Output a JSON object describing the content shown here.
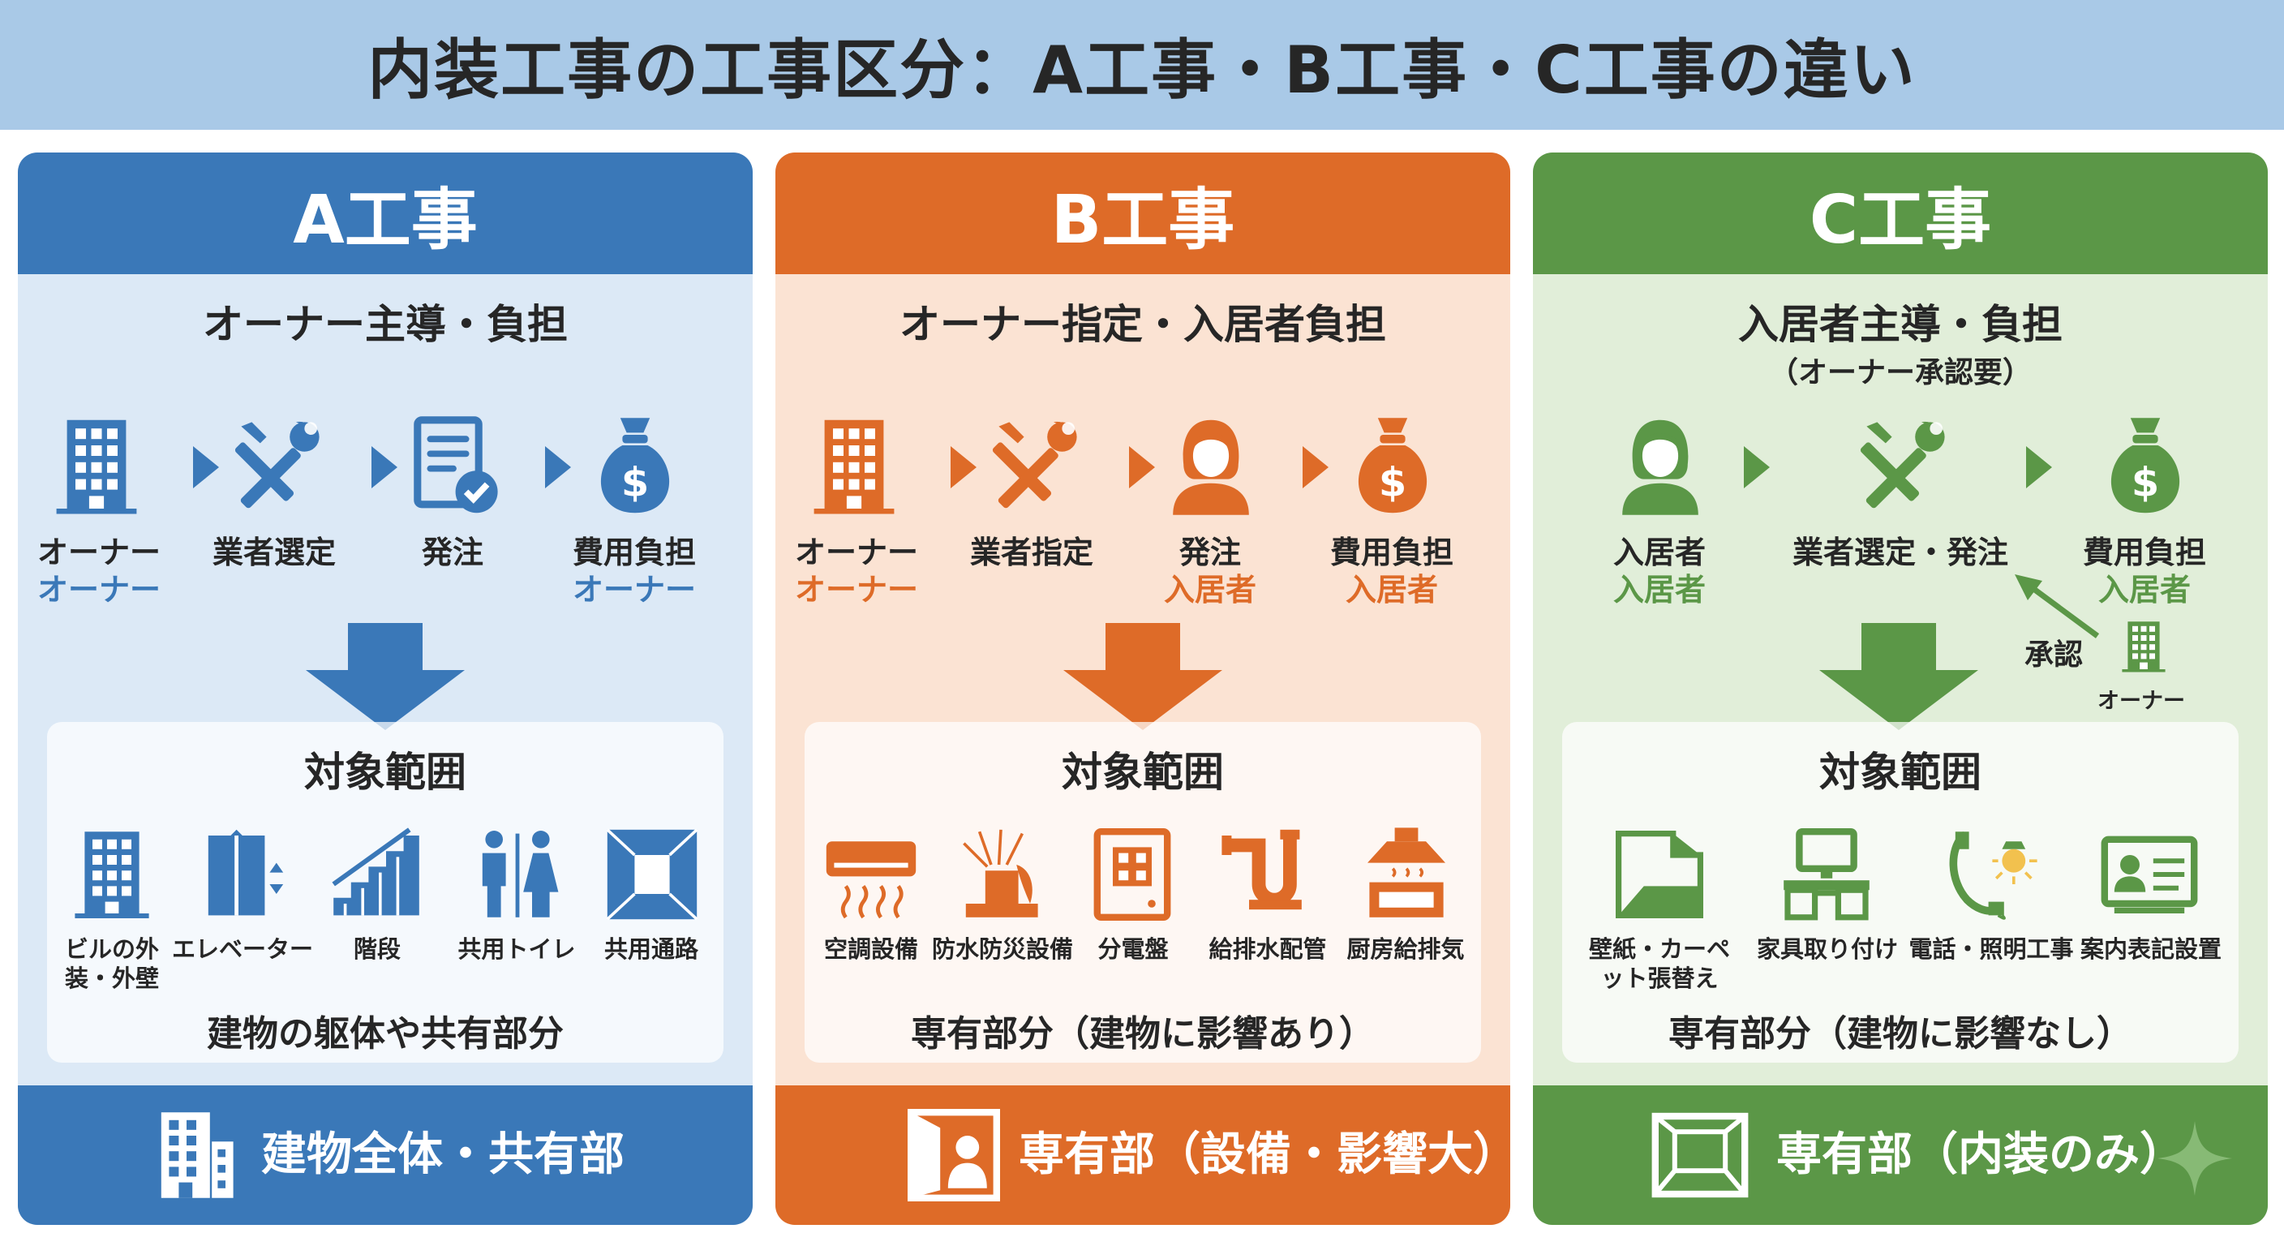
{
  "title": "内装工事の工事区分：A工事・B工事・C工事の違い",
  "colors": {
    "banner": "#a9c9e7",
    "a": "#3a78b8",
    "b": "#de6b28",
    "c": "#5b9747"
  },
  "columns": {
    "a": {
      "heading": "A工事",
      "subtitle": "オーナー主導・負担",
      "steps": [
        {
          "icon": "building-icon",
          "label": "オーナー",
          "who": "オーナー"
        },
        {
          "icon": "tools-icon",
          "label": "業者選定",
          "who": ""
        },
        {
          "icon": "order-document-icon",
          "label": "発注",
          "who": ""
        },
        {
          "icon": "money-bag-icon",
          "label": "費用負担",
          "who": "オーナー"
        }
      ],
      "scope_title": "対象範囲",
      "scope_items": [
        {
          "icon": "building-icon",
          "label": "ビルの外装・外壁"
        },
        {
          "icon": "elevator-icon",
          "label": "エレベーター"
        },
        {
          "icon": "stairs-icon",
          "label": "階段"
        },
        {
          "icon": "restroom-icon",
          "label": "共用トイレ"
        },
        {
          "icon": "corridor-icon",
          "label": "共用通路"
        }
      ],
      "scope_summary": "建物の躯体や共有部分",
      "footer_icon": "building-icon",
      "footer": "建物全体・共有部"
    },
    "b": {
      "heading": "B工事",
      "subtitle": "オーナー指定・入居者負担",
      "steps": [
        {
          "icon": "building-icon",
          "label": "オーナー",
          "who": "オーナー"
        },
        {
          "icon": "tools-icon",
          "label": "業者指定",
          "who": ""
        },
        {
          "icon": "tenant-icon",
          "label": "発注",
          "who": "入居者"
        },
        {
          "icon": "money-bag-icon",
          "label": "費用負担",
          "who": "入居者"
        }
      ],
      "scope_title": "対象範囲",
      "scope_items": [
        {
          "icon": "air-conditioner-icon",
          "label": "空調設備"
        },
        {
          "icon": "sprinkler-icon",
          "label": "防水防災設備"
        },
        {
          "icon": "distribution-board-icon",
          "label": "分電盤"
        },
        {
          "icon": "pipe-icon",
          "label": "給排水配管"
        },
        {
          "icon": "kitchen-hood-icon",
          "label": "厨房給排気"
        }
      ],
      "scope_summary": "専有部分（建物に影響あり）",
      "footer_icon": "tenant-door-icon",
      "footer": "専有部（設備・影響大）"
    },
    "c": {
      "heading": "C工事",
      "subtitle": "入居者主導・負担",
      "note": "（オーナー承認要）",
      "steps": [
        {
          "icon": "tenant-icon",
          "label": "入居者",
          "who": "入居者"
        },
        {
          "icon": "tools-icon",
          "label": "業者選定・発注",
          "who": ""
        },
        {
          "icon": "money-bag-icon",
          "label": "費用負担",
          "who": "入居者"
        }
      ],
      "approval_label": "承認",
      "approval_owner": "オーナー",
      "scope_title": "対象範囲",
      "scope_items": [
        {
          "icon": "wallpaper-icon",
          "label": "壁紙・カーペット張替え"
        },
        {
          "icon": "furniture-icon",
          "label": "家具取り付け"
        },
        {
          "icon": "phone-light-icon",
          "label": "電話・照明工事"
        },
        {
          "icon": "signboard-icon",
          "label": "案内表記設置"
        }
      ],
      "scope_summary": "専有部分（建物に影響なし）",
      "footer_icon": "room-interior-icon",
      "footer": "専有部（内装のみ）"
    }
  }
}
